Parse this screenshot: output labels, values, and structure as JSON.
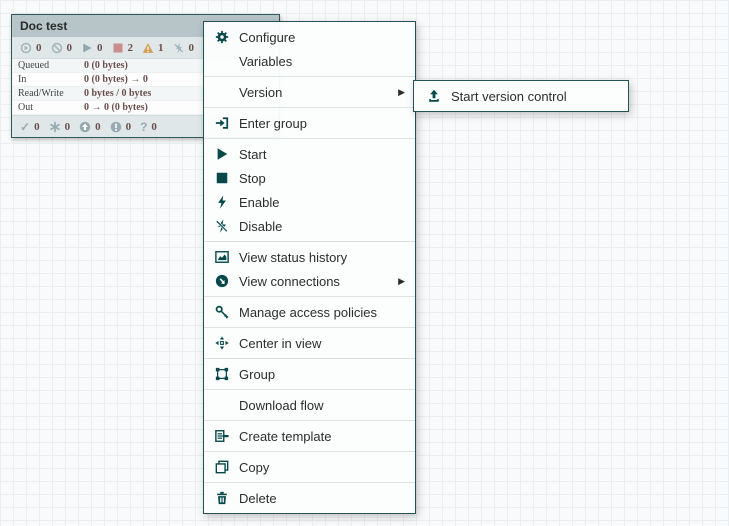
{
  "process_group": {
    "title": "Doc test",
    "header_counts": [
      {
        "icon": "transmitting-icon",
        "count": "0"
      },
      {
        "icon": "not-transmitting-icon",
        "count": "0"
      },
      {
        "icon": "running-icon",
        "count": "0"
      },
      {
        "icon": "stopped-icon",
        "count": "2"
      },
      {
        "icon": "invalid-icon",
        "count": "1"
      },
      {
        "icon": "disabled-icon",
        "count": "0"
      }
    ],
    "stats": [
      {
        "label": "Queued",
        "value": "0 (0 bytes)"
      },
      {
        "label": "In",
        "value": "0 (0 bytes) → 0"
      },
      {
        "label": "Read/Write",
        "value": "0 bytes / 0 bytes"
      },
      {
        "label": "Out",
        "value": "0 → 0 (0 bytes)"
      }
    ],
    "footer_counts": [
      {
        "icon": "up-to-date-icon",
        "count": "0"
      },
      {
        "icon": "locally-modified-icon",
        "count": "0"
      },
      {
        "icon": "stale-icon",
        "count": "0"
      },
      {
        "icon": "locally-modified-and-stale-icon",
        "count": "0"
      },
      {
        "icon": "sync-failure-icon",
        "count": "0"
      }
    ]
  },
  "context_menu": {
    "items": [
      {
        "label": "Configure",
        "icon": "gear-icon",
        "has_submenu": false
      },
      {
        "label": "Variables",
        "icon": null,
        "has_submenu": false
      },
      {
        "label": "Version",
        "icon": null,
        "has_submenu": true
      },
      {
        "label": "Enter group",
        "icon": "enter-group-icon",
        "has_submenu": false
      },
      {
        "label": "Start",
        "icon": "play-icon",
        "has_submenu": false
      },
      {
        "label": "Stop",
        "icon": "stop-icon",
        "has_submenu": false
      },
      {
        "label": "Enable",
        "icon": "bolt-icon",
        "has_submenu": false
      },
      {
        "label": "Disable",
        "icon": "bolt-slash-icon",
        "has_submenu": false
      },
      {
        "label": "View status history",
        "icon": "area-chart-icon",
        "has_submenu": false
      },
      {
        "label": "View connections",
        "icon": "connections-icon",
        "has_submenu": true
      },
      {
        "label": "Manage access policies",
        "icon": "key-icon",
        "has_submenu": false
      },
      {
        "label": "Center in view",
        "icon": "crosshairs-icon",
        "has_submenu": false
      },
      {
        "label": "Group",
        "icon": "group-icon",
        "has_submenu": false
      },
      {
        "label": "Download flow",
        "icon": null,
        "has_submenu": false
      },
      {
        "label": "Create template",
        "icon": "template-icon",
        "has_submenu": false
      },
      {
        "label": "Copy",
        "icon": "copy-icon",
        "has_submenu": false
      },
      {
        "label": "Delete",
        "icon": "trash-icon",
        "has_submenu": false
      }
    ],
    "submenu_arrow": "▶"
  },
  "submenu": {
    "items": [
      {
        "label": "Start version control",
        "icon": "upload-icon"
      }
    ]
  },
  "colors": {
    "accent": "#07494b",
    "menu_border": "#235154",
    "stopped_red": "#cd8d8d",
    "invalid_amber": "#d2a054",
    "count_text": "#6b4f4c",
    "muted_icon": "#97aab0"
  }
}
